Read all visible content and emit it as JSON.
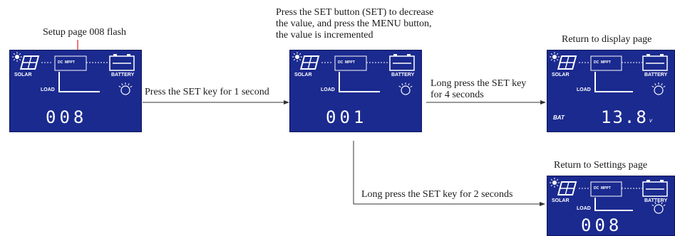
{
  "captions": {
    "setup_flash": "Setup page 008 flash",
    "press_set_1s": "Press the SET key for 1 second",
    "adjust_line1": "Press the SET button (SET) to decrease",
    "adjust_line2": "the value, and press the MENU button,",
    "adjust_line3": "the value is incremented",
    "long_press_4s_line1": "Long press the SET key",
    "long_press_4s_line2": "for 4 seconds",
    "return_display": "Return to display page",
    "return_settings": "Return to Settings page",
    "long_press_2s": "Long press the SET key for 2 seconds"
  },
  "lcd_labels": {
    "solar": "SOLAR",
    "battery": "BATTERY",
    "load": "LOAD",
    "dc": "DC",
    "mppt": "MPPT",
    "bat": "BAT",
    "volt_unit": "v"
  },
  "screens": {
    "setup": {
      "value": "008"
    },
    "adjust": {
      "value": "001"
    },
    "display": {
      "value": "13.8"
    },
    "settings": {
      "value": "008"
    }
  },
  "colors": {
    "lcd_bg": "#1b2a8f",
    "lcd_fg": "#ffffff",
    "flash_marker": "#e02020",
    "arrow": "#333333"
  },
  "icons": [
    "sun-icon",
    "solar-panel-icon",
    "mppt-converter-icon",
    "battery-icon",
    "load-line-icon",
    "light-bulb-icon"
  ]
}
